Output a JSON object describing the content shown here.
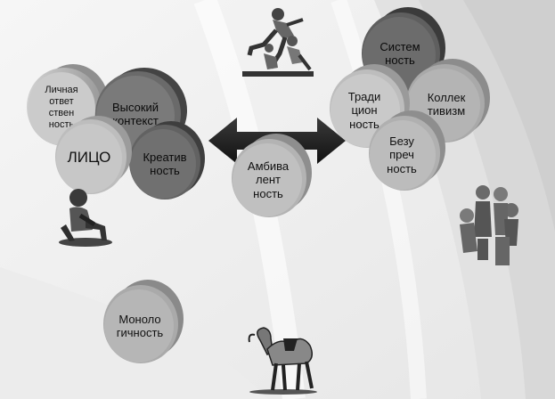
{
  "diagram": {
    "nodes": {
      "lichnaya": "Личная\nответ\nствен\nность",
      "vysokiy": "Высокий\nконтекст",
      "litso": "ЛИЦО",
      "kreativ": "Креатив\nность",
      "ambiv": "Амбива\nлент\nность",
      "sistem": "Систем\nность",
      "tradi": "Тради\nцион\nность",
      "kollek": "Коллек\nтивизм",
      "bezu": "Безу\nпреч\nность",
      "monolo": "Моноло\nгичность"
    },
    "connector": "double-headed-arrow",
    "illustrations": [
      "sprinters-clipart",
      "sitting-child-clipart",
      "people-group-clipart",
      "camel-clipart"
    ]
  }
}
